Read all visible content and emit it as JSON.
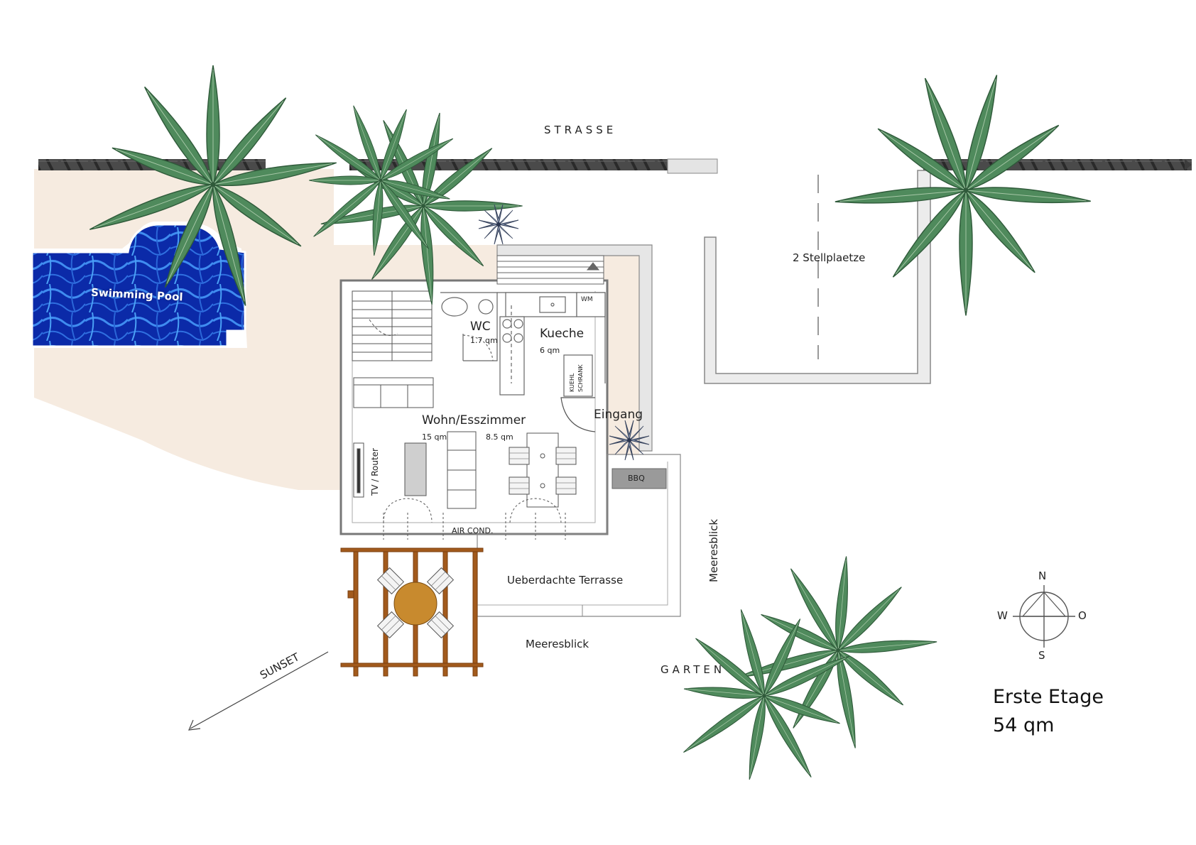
{
  "plan": {
    "title": "Erste Etage",
    "area": "54 qm",
    "street_label": "STRASSE",
    "garden_label": "GARTEN",
    "sunset_label": "SUNSET",
    "parking_label": "2 Stellplaetze",
    "pool_label": "Swimming Pool",
    "entrance_label": "Eingang",
    "bbq_label": "BBQ",
    "seaview_label_bottom": "Meeresblick",
    "seaview_label_side": "Meeresblick",
    "terrace_label": "Ueberdachte Terrasse",
    "aircond_label": "AIR COND.",
    "tv_label": "TV / Router",
    "wm_label": "WM",
    "fridge_label_1": "KUEHL",
    "fridge_label_2": "SCHRANK"
  },
  "rooms": {
    "wc": {
      "name": "WC",
      "area": "1.7 qm"
    },
    "kitchen": {
      "name": "Kueche",
      "area": "6 qm"
    },
    "living": {
      "name": "Wohn/Esszimmer",
      "area_a": "15 qm",
      "area_b": "8.5 qm"
    }
  },
  "compass": {
    "n": "N",
    "s": "S",
    "w": "W",
    "o": "O"
  },
  "colors": {
    "wall": "#7a7a7a",
    "fence": "#3c3c3c",
    "paving": "#f6ebe0",
    "pool": "#0b2fb0",
    "leaf": "#4f8a5c",
    "pergola": "#a25a1c",
    "table": "#c88a2e"
  }
}
